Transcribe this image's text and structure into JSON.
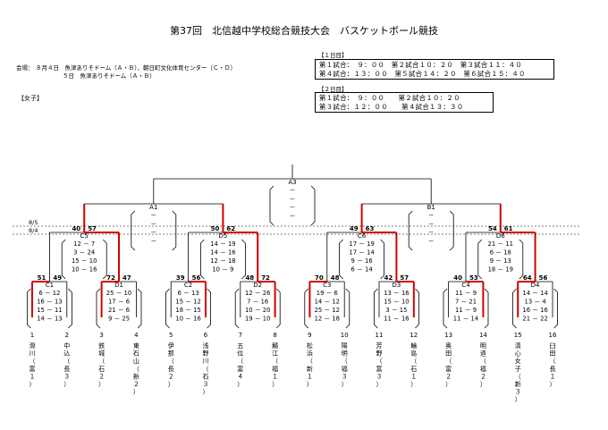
{
  "title": "第37回　北信越中学校総合競技大会　バスケットボール競技",
  "venue": {
    "label": "会場：",
    "line1": "８月４日　魚津ありそドーム（Ａ・Ｂ）、朝日町文化体育センター（Ｃ・Ｄ）",
    "line2": "５日　魚津ありそドーム（Ａ・Ｂ）"
  },
  "division": "【女子】",
  "schedule": {
    "day1": {
      "label": "【１日目】",
      "row1": "第１試合：　９：００　第２試合１０：２０　第３試合１１：４０",
      "row2": "第４試合：１３：００　第５試合１４：２０　第６試合１５：４０"
    },
    "day2": {
      "label": "【２日目】",
      "row1": "第１試合：　９：００　　第２試合１０：２０",
      "row2": "第３試合：１２：００　　第４試合１３：３０"
    }
  },
  "dates": {
    "d5": "8/5",
    "d4": "8/4"
  },
  "colors": {
    "win": "#d40000",
    "line": "#000000"
  },
  "teams": [
    {
      "num": "1",
      "name": "滑川",
      "pref": "（富１）"
    },
    {
      "num": "2",
      "name": "中込",
      "pref": "（長３）"
    },
    {
      "num": "3",
      "name": "鉄城",
      "pref": "（石２）"
    },
    {
      "num": "4",
      "name": "東石山",
      "pref": "（新２）"
    },
    {
      "num": "5",
      "name": "伊那",
      "pref": "（長２）"
    },
    {
      "num": "6",
      "name": "浅野川",
      "pref": "（石３）"
    },
    {
      "num": "7",
      "name": "五位",
      "pref": "（富４）"
    },
    {
      "num": "8",
      "name": "鯖江",
      "pref": "（福１）"
    },
    {
      "num": "9",
      "name": "松浜",
      "pref": "（新１）"
    },
    {
      "num": "10",
      "name": "陽明",
      "pref": "（福３）"
    },
    {
      "num": "11",
      "name": "芳野",
      "pref": "（富３）"
    },
    {
      "num": "12",
      "name": "輪島",
      "pref": "（石１）"
    },
    {
      "num": "13",
      "name": "奥田",
      "pref": "（富２）"
    },
    {
      "num": "14",
      "name": "明道",
      "pref": "（福２）"
    },
    {
      "num": "15",
      "name": "清心女子",
      "pref": "（新３）"
    },
    {
      "num": "16",
      "name": "臼田",
      "pref": "（長１）"
    }
  ],
  "round1": [
    {
      "code": "C1",
      "left": "51",
      "right": "49",
      "win": "left",
      "quarters": [
        "6 － 12",
        "16 － 13",
        "15 － 11",
        "14 － 13"
      ]
    },
    {
      "code": "D1",
      "left": "72",
      "right": "47",
      "win": "left",
      "quarters": [
        "25 － 10",
        "17 － 6",
        "21 － 6",
        "9 － 25"
      ]
    },
    {
      "code": "C2",
      "left": "39",
      "right": "56",
      "win": "right",
      "quarters": [
        "6 － 13",
        "15 － 12",
        "18 － 15",
        "10 － 16"
      ]
    },
    {
      "code": "D2",
      "left": "48",
      "right": "72",
      "win": "right",
      "quarters": [
        "12 － 26",
        "7 － 16",
        "10 － 20",
        "19 － 10"
      ]
    },
    {
      "code": "C3",
      "left": "70",
      "right": "48",
      "win": "left",
      "quarters": [
        "19 － 6",
        "14 － 12",
        "25 － 12",
        "12 － 18"
      ]
    },
    {
      "code": "D3",
      "left": "42",
      "right": "57",
      "win": "right",
      "quarters": [
        "13 － 16",
        "15 － 10",
        "3 － 15",
        "11 － 16"
      ]
    },
    {
      "code": "C4",
      "left": "40",
      "right": "53",
      "win": "right",
      "quarters": [
        "11 － 9",
        "7 － 21",
        "11 － 9",
        "11 － 14"
      ]
    },
    {
      "code": "D4",
      "left": "64",
      "right": "56",
      "win": "left",
      "quarters": [
        "14 － 14",
        "13 － 4",
        "16 － 16",
        "21 － 22"
      ]
    }
  ],
  "round2": [
    {
      "code": "C5",
      "left": "40",
      "right": "57",
      "win": "right",
      "quarters": [
        "12 － 7",
        "3 － 24",
        "15 － 10",
        "10 － 16"
      ]
    },
    {
      "code": "D5",
      "left": "50",
      "right": "62",
      "win": "right",
      "quarters": [
        "14 － 19",
        "14 － 16",
        "12 － 18",
        "10 － 9"
      ]
    },
    {
      "code": "C6",
      "left": "49",
      "right": "63",
      "win": "right",
      "quarters": [
        "17 － 19",
        "17 － 14",
        "9 － 16",
        "6 － 14"
      ]
    },
    {
      "code": "D6",
      "left": "54",
      "right": "61",
      "win": "right",
      "quarters": [
        "21 － 11",
        "6 － 18",
        "9 － 13",
        "18 － 19"
      ]
    }
  ],
  "round3": [
    {
      "code": "A1",
      "quarters": [
        "－",
        "－",
        "－",
        "－"
      ]
    },
    {
      "code": "B1",
      "quarters": [
        "－",
        "－",
        "－",
        "－"
      ]
    }
  ],
  "final": {
    "code": "A3",
    "quarters": [
      "－",
      "－",
      "－",
      "－"
    ]
  }
}
